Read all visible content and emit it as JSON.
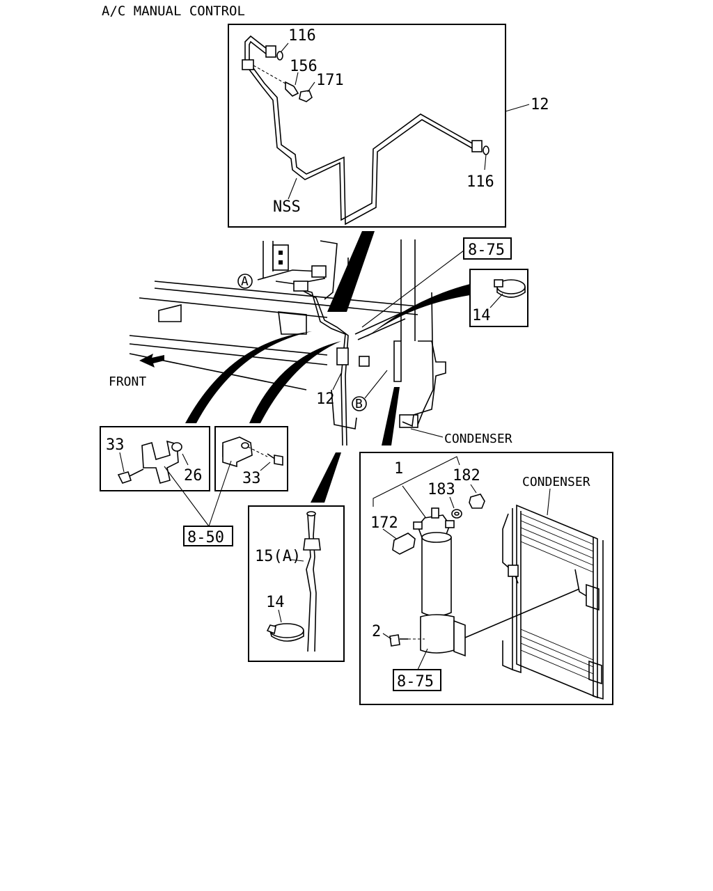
{
  "title": "A/C MANUAL CONTROL",
  "direction": {
    "label": "FRONT"
  },
  "labels": {
    "part_116_top": "116",
    "part_156": "156",
    "part_171": "171",
    "part_12_top": "12",
    "part_116_right": "116",
    "nss": "NSS",
    "ref_8_75_top": "8-75",
    "part_14_clamp": "14",
    "marker_a": "A",
    "marker_b": "B",
    "part_12_mid": "12",
    "condenser_mid": "CONDENSER",
    "part_33_left": "33",
    "part_26": "26",
    "part_33_right": "33",
    "ref_8_50": "8-50",
    "part_15a": "15(A)",
    "part_14_lower": "14",
    "part_1": "1",
    "part_182": "182",
    "part_183": "183",
    "part_172": "172",
    "condenser_box": "CONDENSER",
    "part_2": "2",
    "ref_8_75_bottom": "8-75"
  }
}
